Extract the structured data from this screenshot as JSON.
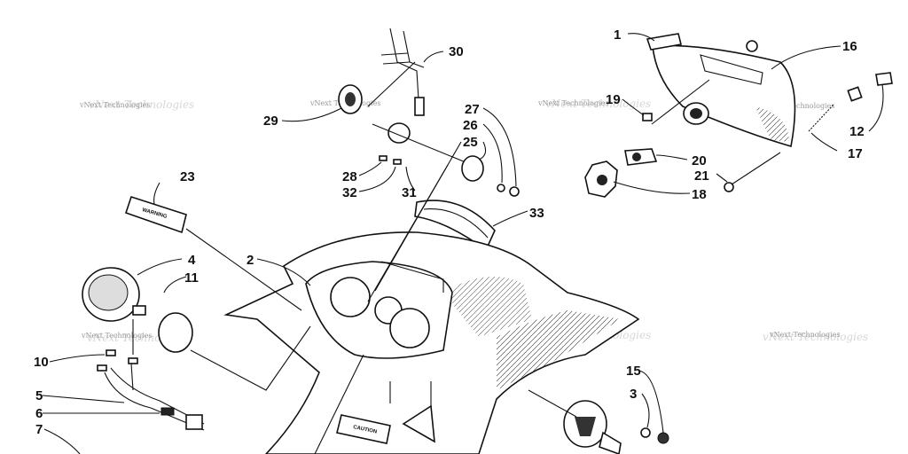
{
  "watermark": "vNext Technologies",
  "decals": {
    "warning": "WARNING",
    "caution": "CAUTION"
  },
  "callouts": [
    {
      "id": "c1",
      "label": "1"
    },
    {
      "id": "c16",
      "label": "16"
    },
    {
      "id": "c19",
      "label": "19"
    },
    {
      "id": "c12",
      "label": "12"
    },
    {
      "id": "c17",
      "label": "17"
    },
    {
      "id": "c20",
      "label": "20"
    },
    {
      "id": "c21",
      "label": "21"
    },
    {
      "id": "c18",
      "label": "18"
    },
    {
      "id": "c30",
      "label": "30"
    },
    {
      "id": "c29",
      "label": "29"
    },
    {
      "id": "c27",
      "label": "27"
    },
    {
      "id": "c26",
      "label": "26"
    },
    {
      "id": "c25",
      "label": "25"
    },
    {
      "id": "c28",
      "label": "28"
    },
    {
      "id": "c32",
      "label": "32"
    },
    {
      "id": "c31",
      "label": "31"
    },
    {
      "id": "c33",
      "label": "33"
    },
    {
      "id": "c23",
      "label": "23"
    },
    {
      "id": "c2",
      "label": "2"
    },
    {
      "id": "c4",
      "label": "4"
    },
    {
      "id": "c11",
      "label": "11"
    },
    {
      "id": "c10",
      "label": "10"
    },
    {
      "id": "c5",
      "label": "5"
    },
    {
      "id": "c6",
      "label": "6"
    },
    {
      "id": "c7",
      "label": "7"
    },
    {
      "id": "c15",
      "label": "15"
    },
    {
      "id": "c3",
      "label": "3"
    }
  ]
}
